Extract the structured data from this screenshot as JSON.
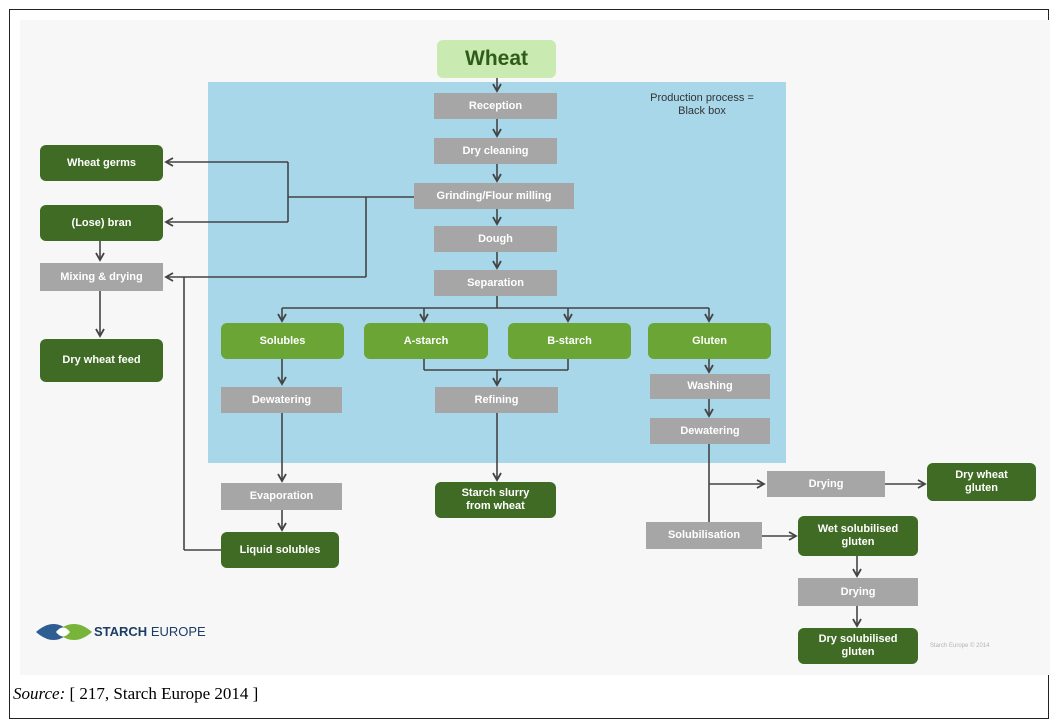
{
  "diagram": {
    "note": "Production process =\nBlack box",
    "nodes": {
      "wheat": "Wheat",
      "reception": "Reception",
      "dry_cleaning": "Dry cleaning",
      "grinding": "Grinding/Flour milling",
      "dough": "Dough",
      "separation": "Separation",
      "wheat_germs": "Wheat germs",
      "lose_bran": "(Lose) bran",
      "mixing_drying": "Mixing & drying",
      "dry_wheat_feed": "Dry wheat feed",
      "solubles": "Solubles",
      "a_starch": "A-starch",
      "b_starch": "B-starch",
      "gluten": "Gluten",
      "dewatering_left": "Dewatering",
      "refining": "Refining",
      "washing": "Washing",
      "dewatering_right": "Dewatering",
      "evaporation": "Evaporation",
      "liquid_solubles": "Liquid solubles",
      "starch_slurry": "Starch slurry from wheat",
      "drying_top": "Drying",
      "dry_wheat_gluten": "Dry wheat gluten",
      "solubilisation": "Solubilisation",
      "wet_solubilised_gluten": "Wet solubilised gluten",
      "drying_bottom": "Drying",
      "dry_solubilised_gluten": "Dry solubilised gluten"
    }
  },
  "logo": {
    "bold": "STARCH",
    "light": " EUROPE"
  },
  "copyright": "Starch Europe © 2014",
  "source": {
    "label": "Source:",
    "text": " [ 217, Starch Europe 2014 ]"
  },
  "colors": {
    "light_blue": "#a8d7ea",
    "dark_green": "#3f6b24",
    "mid_green": "#6aa535",
    "light_green": "#c9eab0",
    "gray": "#a6a6a6"
  }
}
